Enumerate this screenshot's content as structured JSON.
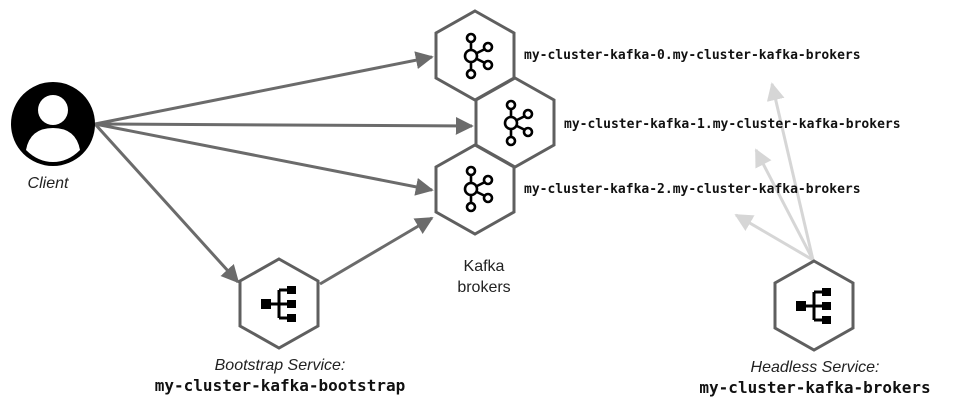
{
  "client": {
    "label": "Client"
  },
  "brokers": [
    {
      "hostname": "my-cluster-kafka-0.my-cluster-kafka-brokers"
    },
    {
      "hostname": "my-cluster-kafka-1.my-cluster-kafka-brokers"
    },
    {
      "hostname": "my-cluster-kafka-2.my-cluster-kafka-brokers"
    }
  ],
  "kafka_group": {
    "label_line1": "Kafka",
    "label_line2": "brokers"
  },
  "bootstrap_service": {
    "title": "Bootstrap Service:",
    "name": "my-cluster-kafka-bootstrap"
  },
  "headless_service": {
    "title": "Headless Service:",
    "name": "my-cluster-kafka-brokers"
  },
  "colors": {
    "arrow": "#6b6b6b",
    "arrow_light": "#d6d6d6",
    "hex_stroke": "#5f5f5f",
    "icon": "#000000"
  },
  "icons": {
    "client": "user-avatar-icon",
    "broker": "kafka-logo-icon",
    "service": "service-tree-icon"
  }
}
